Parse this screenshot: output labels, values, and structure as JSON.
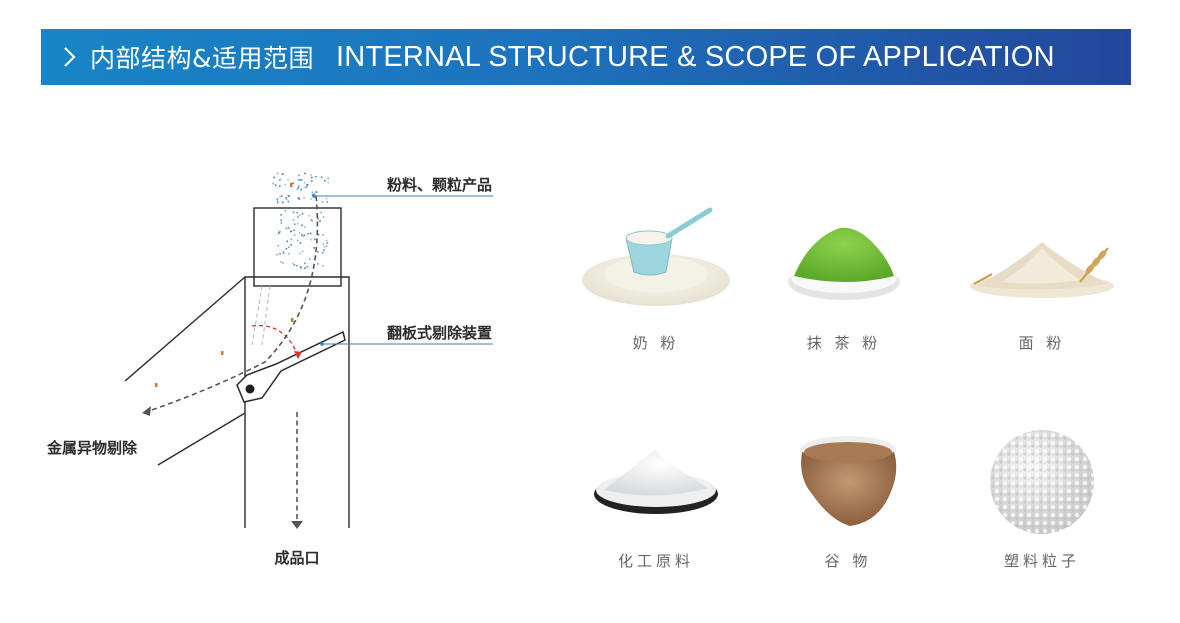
{
  "header": {
    "title_cn": "内部结构&适用范围",
    "title_en": "INTERNAL STRUCTURE & SCOPE OF APPLICATION"
  },
  "diagram": {
    "label_product": "粉料、颗粒产品",
    "label_flap": "翻板式剔除装置",
    "label_reject": "金属异物剔除",
    "label_outlet": "成品口"
  },
  "applications": [
    {
      "label": "奶 粉",
      "icon": "milk-powder-icon"
    },
    {
      "label": "抹 茶 粉",
      "icon": "matcha-powder-icon"
    },
    {
      "label": "面 粉",
      "icon": "flour-icon"
    },
    {
      "label": "化工原料",
      "icon": "chemical-raw-material-icon"
    },
    {
      "label": "谷 物",
      "icon": "grain-icon"
    },
    {
      "label": "塑料粒子",
      "icon": "plastic-pellets-icon"
    }
  ],
  "colors": {
    "banner_start": "#1785c6",
    "banner_end": "#23479b",
    "leader_line": "#3d7fc2",
    "rejection_arc": "#d9342b",
    "metal_particle": "#d07a2a"
  }
}
